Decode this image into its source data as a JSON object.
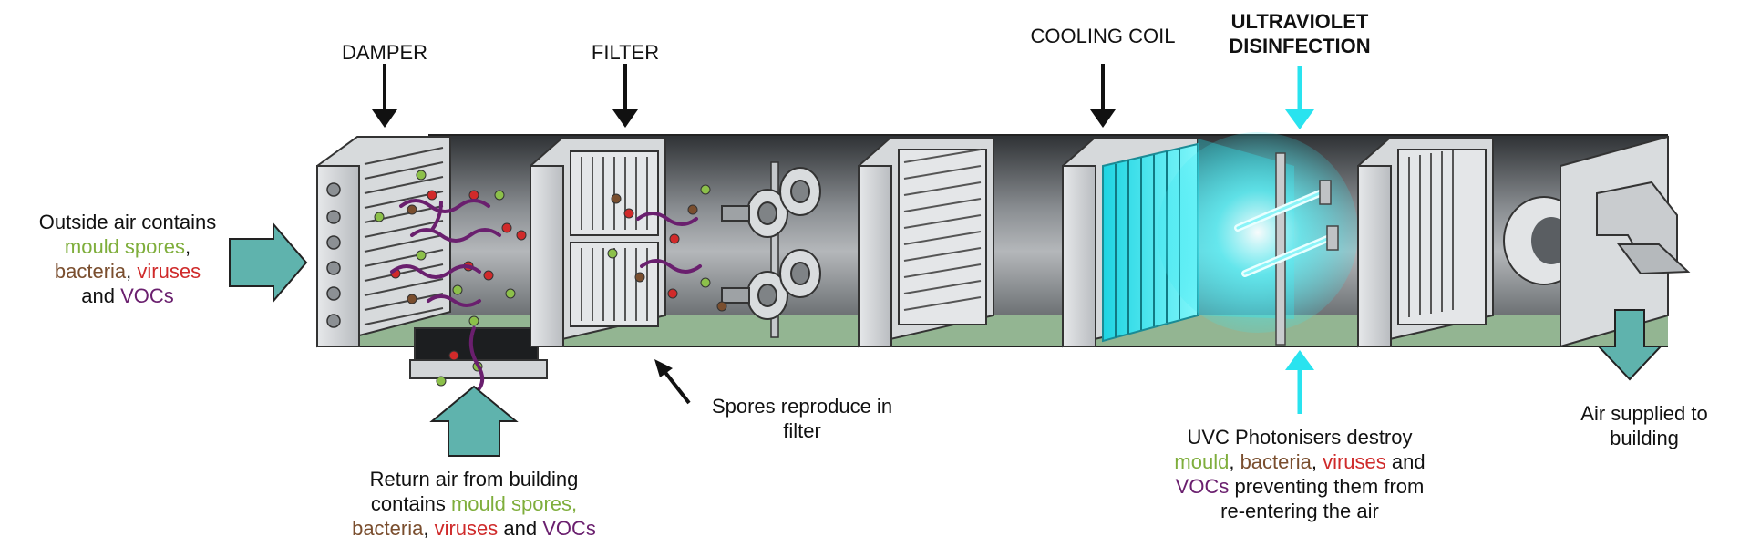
{
  "labels": {
    "damper": "DAMPER",
    "filter": "FILTER",
    "cooling_coil": "COOLING COIL",
    "uv_line1": "ULTRAVIOLET",
    "uv_line2": "DISINFECTION"
  },
  "outside_air": {
    "line1": "Outside air contains",
    "mould": "mould spores",
    "comma": ",",
    "bacteria": "bacteria",
    "sep": ", ",
    "viruses": "viruses",
    "and": "and ",
    "vocs": "VOCs"
  },
  "return_air": {
    "line1": "Return air from building",
    "contains": "contains ",
    "mould": "mould spores,",
    "bacteria": "bacteria",
    "sep": ", ",
    "viruses": "viruses",
    "and": " and ",
    "vocs": "VOCs"
  },
  "spores_note": {
    "line1": "Spores reproduce in",
    "line2": "filter"
  },
  "uvc_note": {
    "line1": "UVC Photonisers destroy",
    "mould": "mould",
    "sep1": ", ",
    "bacteria": "bacteria",
    "sep2": ", ",
    "viruses": "viruses",
    "and": " and",
    "vocs": "VOCs",
    "line3_rest": " preventing them from",
    "line4": "re-entering the air"
  },
  "supply_note": {
    "line1": "Air supplied to",
    "line2": "building"
  },
  "colors": {
    "arrow_teal": "#5fb3ad",
    "uv_cyan": "#29e3ef",
    "duct_dark": "#3a3d40",
    "floor_green": "#93b592",
    "panel_grey": "#cfd2d5",
    "particle_green": "#8cc04a",
    "particle_red": "#d12a2a",
    "particle_brown": "#7a4e2e",
    "squiggle_purple": "#6a1f6e"
  }
}
